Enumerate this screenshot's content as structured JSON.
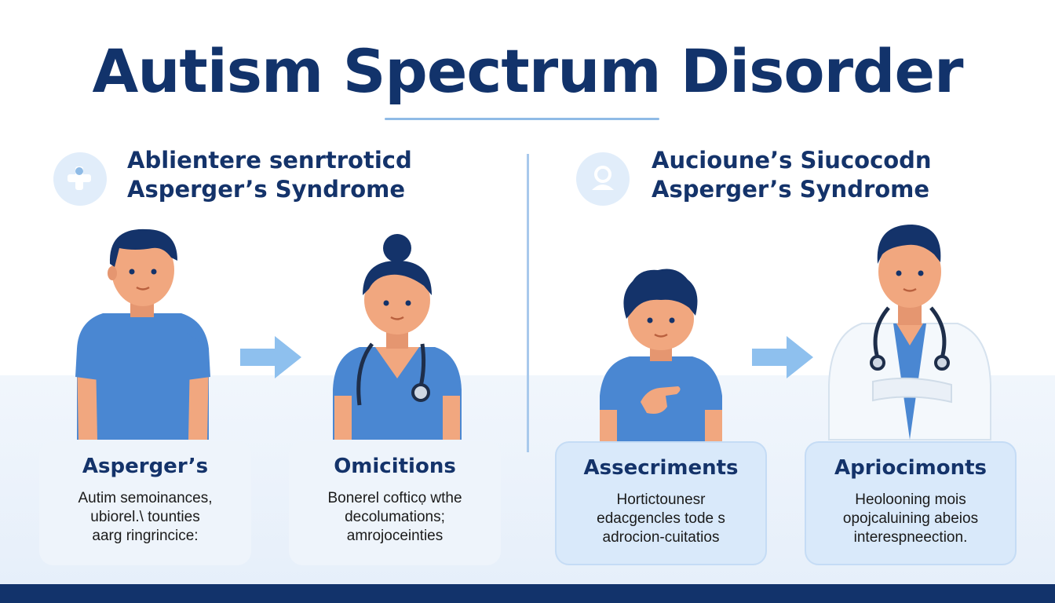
{
  "title": "Autism Spectrum Disorder",
  "colors": {
    "navy": "#12336b",
    "accent_blue": "#4f8fd6",
    "light_blue": "#d9e9fa",
    "skin": "#f1a77f"
  },
  "left_section": {
    "icon": "stethoscope-icon",
    "heading_line1": "Ablientere senrtroticd",
    "heading_line2": "Asperger’s Syndrome",
    "cards": [
      {
        "title": "Asperger’s",
        "lines": [
          "Autim semoinances,",
          "ubiorel.\\ tounties",
          "aarg ringrincice:"
        ]
      },
      {
        "title": "Omicitions",
        "lines": [
          "Bonerel cofticọ wthe",
          "decolumations;",
          "amrojoceinties"
        ]
      }
    ]
  },
  "right_section": {
    "icon": "person-icon",
    "heading_line1": "Aucioune’s Siucocodn",
    "heading_line2": "Asperger’s Syndrome",
    "cards": [
      {
        "title": "Assecriments",
        "lines": [
          "Hortictounesr",
          "edacgencles tode s",
          "adrocion-cuitatios"
        ]
      },
      {
        "title": "Apriocimonts",
        "lines": [
          "Heolooning mois",
          "opojcaluining abeios",
          "interespneection."
        ]
      }
    ]
  }
}
